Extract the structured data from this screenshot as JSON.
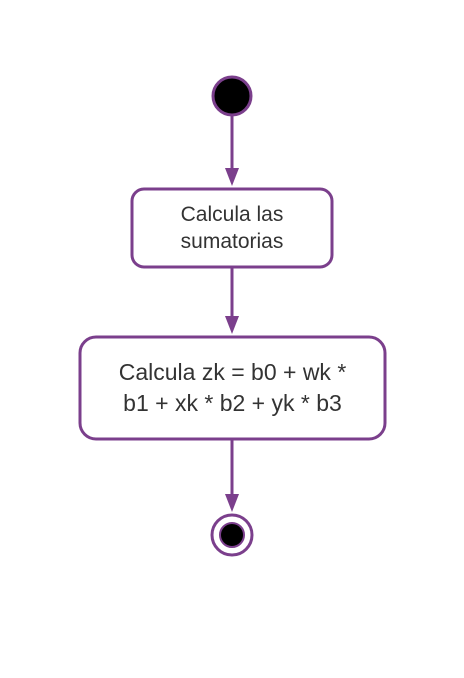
{
  "diagram": {
    "colors": {
      "stroke": "#7b3f8c",
      "fill": "#ffffff",
      "node_black": "#000000",
      "text": "#333333"
    },
    "nodes": {
      "start": {
        "kind": "initial-node"
      },
      "step_1": {
        "kind": "action",
        "label": "Calcula las\nsumatorias"
      },
      "step_2": {
        "kind": "action",
        "label": "Calcula zk = b0 + wk *\nb1 + xk * b2 + yk * b3"
      },
      "end": {
        "kind": "final-node"
      }
    },
    "edges": [
      {
        "from": "start",
        "to": "step_1"
      },
      {
        "from": "step_1",
        "to": "step_2"
      },
      {
        "from": "step_2",
        "to": "end"
      }
    ]
  }
}
